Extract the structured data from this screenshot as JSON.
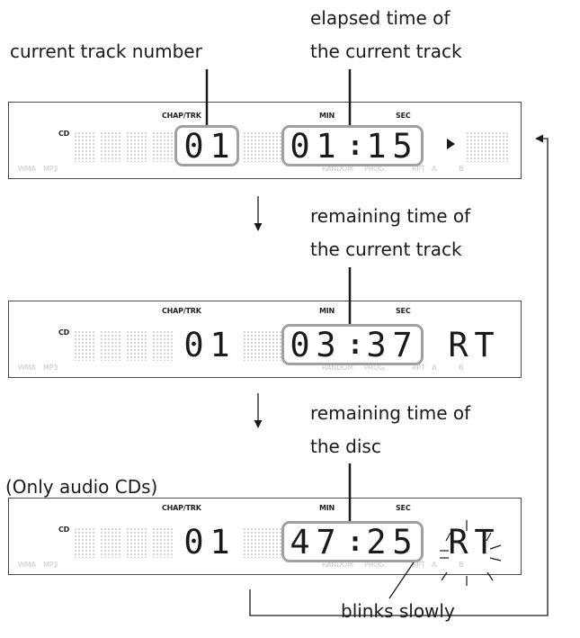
{
  "labels": {
    "current_track_number": "current track number",
    "elapsed_line1": "elapsed time of",
    "elapsed_line2": "the current track",
    "remaining_track_line1": "remaining time of",
    "remaining_track_line2": "the current track",
    "remaining_disc_line1": "remaining time of",
    "remaining_disc_line2": "the disc",
    "only_audio_cds": "(Only audio CDs)",
    "blinks_slowly": "blinks slowly"
  },
  "indicators": {
    "cd": "CD",
    "chap_trk": "CHAP/TRK",
    "min": "MIN",
    "sec": "SEC",
    "wma": "WMA",
    "mp3": "MP3",
    "random": "RANDOM",
    "prog": "PROG.",
    "rpt": "RPT",
    "a": "A",
    "b": "B"
  },
  "displays": [
    {
      "track": [
        "0",
        "1"
      ],
      "minutes": [
        "0",
        "1"
      ],
      "seconds": [
        "1",
        "5"
      ],
      "mode": [
        "",
        ""
      ],
      "play_icon": "play-triangle-icon"
    },
    {
      "track": [
        "0",
        "1"
      ],
      "minutes": [
        "0",
        "3"
      ],
      "seconds": [
        "3",
        "7"
      ],
      "mode": [
        "R",
        "T"
      ]
    },
    {
      "track": [
        "0",
        "1"
      ],
      "minutes": [
        "4",
        "7"
      ],
      "seconds": [
        "2",
        "5"
      ],
      "mode": [
        "R",
        "T"
      ]
    }
  ]
}
